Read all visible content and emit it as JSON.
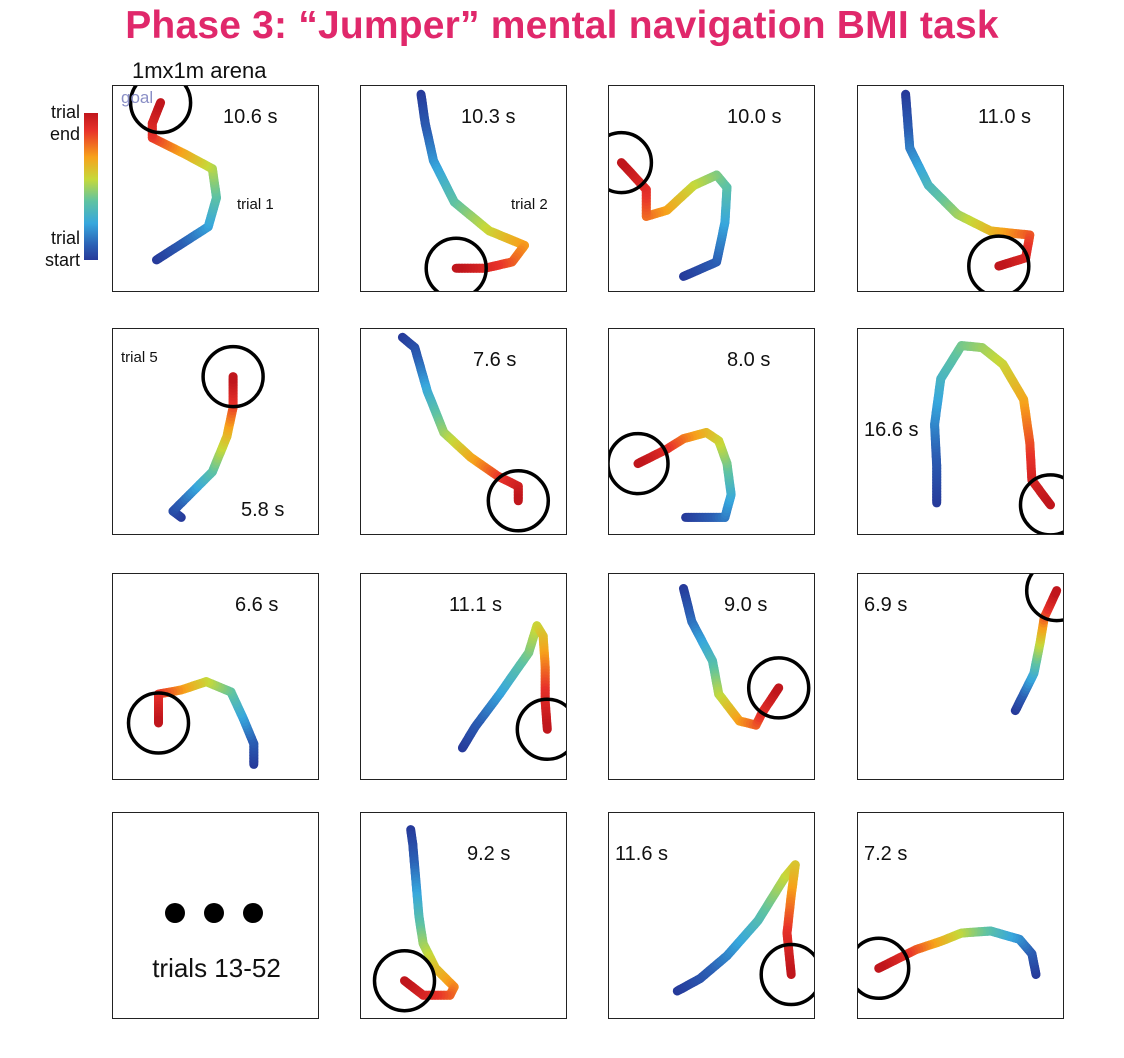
{
  "title": "Phase 3: “Jumper” mental navigation BMI task",
  "arena_label": "1mx1m arena",
  "colorbar": {
    "top_label_line1": "trial",
    "top_label_line2": "end",
    "bottom_label_line1": "trial",
    "bottom_label_line2": "start"
  },
  "colors": {
    "title": "#e0286b",
    "goal_label": "#8a8fc6",
    "trajectory_start": "#263a9a",
    "trajectory_end": "#c0161c"
  },
  "panels": [
    {
      "time": "10.6 s",
      "trial_label": "trial 1",
      "goal_label": "goal",
      "goal": [
        0.23,
        0.08
      ],
      "path": [
        [
          0.21,
          0.84
        ],
        [
          0.32,
          0.77
        ],
        [
          0.46,
          0.68
        ],
        [
          0.5,
          0.54
        ],
        [
          0.48,
          0.4
        ],
        [
          0.35,
          0.33
        ],
        [
          0.19,
          0.25
        ],
        [
          0.19,
          0.18
        ],
        [
          0.23,
          0.08
        ]
      ]
    },
    {
      "time": "10.3 s",
      "trial_label": "trial 2",
      "goal": [
        0.46,
        0.88
      ],
      "path": [
        [
          0.29,
          0.04
        ],
        [
          0.31,
          0.18
        ],
        [
          0.35,
          0.36
        ],
        [
          0.45,
          0.56
        ],
        [
          0.62,
          0.7
        ],
        [
          0.79,
          0.77
        ],
        [
          0.73,
          0.85
        ],
        [
          0.6,
          0.88
        ],
        [
          0.46,
          0.88
        ]
      ]
    },
    {
      "time": "10.0 s",
      "goal": [
        0.06,
        0.37
      ],
      "path": [
        [
          0.36,
          0.92
        ],
        [
          0.52,
          0.85
        ],
        [
          0.56,
          0.66
        ],
        [
          0.57,
          0.49
        ],
        [
          0.52,
          0.43
        ],
        [
          0.41,
          0.48
        ],
        [
          0.28,
          0.6
        ],
        [
          0.18,
          0.63
        ],
        [
          0.18,
          0.5
        ],
        [
          0.06,
          0.37
        ]
      ]
    },
    {
      "time": "11.0 s",
      "goal": [
        0.68,
        0.87
      ],
      "path": [
        [
          0.23,
          0.04
        ],
        [
          0.25,
          0.3
        ],
        [
          0.34,
          0.48
        ],
        [
          0.48,
          0.62
        ],
        [
          0.64,
          0.7
        ],
        [
          0.83,
          0.72
        ],
        [
          0.81,
          0.83
        ],
        [
          0.68,
          0.87
        ]
      ]
    },
    {
      "time": "5.8 s",
      "trial_label": "trial 5",
      "goal": [
        0.58,
        0.23
      ],
      "path": [
        [
          0.33,
          0.91
        ],
        [
          0.29,
          0.88
        ],
        [
          0.35,
          0.82
        ],
        [
          0.48,
          0.69
        ],
        [
          0.55,
          0.52
        ],
        [
          0.58,
          0.38
        ],
        [
          0.58,
          0.23
        ]
      ]
    },
    {
      "time": "7.6 s",
      "goal": [
        0.76,
        0.83
      ],
      "path": [
        [
          0.2,
          0.04
        ],
        [
          0.26,
          0.09
        ],
        [
          0.32,
          0.3
        ],
        [
          0.4,
          0.5
        ],
        [
          0.53,
          0.62
        ],
        [
          0.66,
          0.71
        ],
        [
          0.76,
          0.76
        ],
        [
          0.76,
          0.83
        ]
      ]
    },
    {
      "time": "8.0 s",
      "goal": [
        0.14,
        0.65
      ],
      "path": [
        [
          0.37,
          0.91
        ],
        [
          0.56,
          0.91
        ],
        [
          0.59,
          0.8
        ],
        [
          0.57,
          0.65
        ],
        [
          0.53,
          0.54
        ],
        [
          0.47,
          0.5
        ],
        [
          0.36,
          0.53
        ],
        [
          0.28,
          0.58
        ],
        [
          0.14,
          0.65
        ]
      ]
    },
    {
      "time": "16.6 s",
      "goal": [
        0.93,
        0.85
      ],
      "path": [
        [
          0.38,
          0.84
        ],
        [
          0.38,
          0.66
        ],
        [
          0.37,
          0.46
        ],
        [
          0.4,
          0.24
        ],
        [
          0.5,
          0.08
        ],
        [
          0.6,
          0.09
        ],
        [
          0.7,
          0.17
        ],
        [
          0.8,
          0.34
        ],
        [
          0.83,
          0.55
        ],
        [
          0.84,
          0.73
        ],
        [
          0.93,
          0.85
        ]
      ]
    },
    {
      "time": "6.6 s",
      "goal": [
        0.22,
        0.72
      ],
      "path": [
        [
          0.68,
          0.92
        ],
        [
          0.68,
          0.82
        ],
        [
          0.63,
          0.7
        ],
        [
          0.57,
          0.57
        ],
        [
          0.45,
          0.52
        ],
        [
          0.33,
          0.56
        ],
        [
          0.22,
          0.58
        ],
        [
          0.22,
          0.72
        ]
      ]
    },
    {
      "time": "11.1 s",
      "goal": [
        0.9,
        0.75
      ],
      "path": [
        [
          0.49,
          0.84
        ],
        [
          0.55,
          0.74
        ],
        [
          0.67,
          0.58
        ],
        [
          0.81,
          0.38
        ],
        [
          0.85,
          0.25
        ],
        [
          0.88,
          0.3
        ],
        [
          0.89,
          0.45
        ],
        [
          0.89,
          0.62
        ],
        [
          0.9,
          0.75
        ]
      ]
    },
    {
      "time": "9.0 s",
      "goal": [
        0.82,
        0.55
      ],
      "path": [
        [
          0.36,
          0.07
        ],
        [
          0.4,
          0.23
        ],
        [
          0.5,
          0.42
        ],
        [
          0.53,
          0.58
        ],
        [
          0.63,
          0.71
        ],
        [
          0.71,
          0.73
        ],
        [
          0.74,
          0.67
        ],
        [
          0.82,
          0.55
        ]
      ]
    },
    {
      "time": "6.9 s",
      "goal": [
        0.96,
        0.08
      ],
      "path": [
        [
          0.76,
          0.66
        ],
        [
          0.85,
          0.48
        ],
        [
          0.88,
          0.33
        ],
        [
          0.9,
          0.21
        ],
        [
          0.96,
          0.08
        ]
      ]
    },
    {
      "label": "trials 13-52"
    },
    {
      "time": "9.2 s",
      "goal": [
        0.21,
        0.81
      ],
      "path": [
        [
          0.24,
          0.08
        ],
        [
          0.25,
          0.15
        ],
        [
          0.28,
          0.5
        ],
        [
          0.3,
          0.63
        ],
        [
          0.36,
          0.75
        ],
        [
          0.45,
          0.84
        ],
        [
          0.43,
          0.88
        ],
        [
          0.3,
          0.88
        ],
        [
          0.21,
          0.81
        ]
      ]
    },
    {
      "time": "11.6 s",
      "goal": [
        0.88,
        0.78
      ],
      "path": [
        [
          0.33,
          0.86
        ],
        [
          0.44,
          0.8
        ],
        [
          0.57,
          0.69
        ],
        [
          0.72,
          0.52
        ],
        [
          0.85,
          0.31
        ],
        [
          0.9,
          0.25
        ],
        [
          0.88,
          0.4
        ],
        [
          0.86,
          0.58
        ],
        [
          0.88,
          0.78
        ]
      ]
    },
    {
      "time": "7.2 s",
      "goal": [
        0.1,
        0.75
      ],
      "path": [
        [
          0.86,
          0.78
        ],
        [
          0.84,
          0.68
        ],
        [
          0.78,
          0.61
        ],
        [
          0.64,
          0.57
        ],
        [
          0.5,
          0.58
        ],
        [
          0.4,
          0.62
        ],
        [
          0.28,
          0.66
        ],
        [
          0.1,
          0.75
        ]
      ]
    }
  ]
}
